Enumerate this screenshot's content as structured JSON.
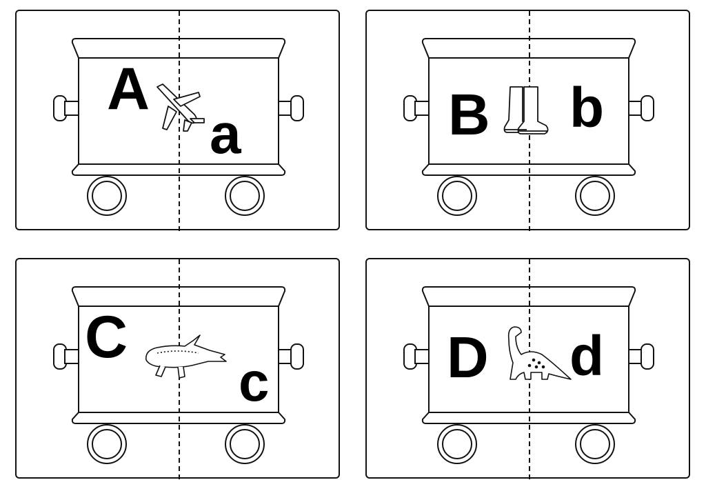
{
  "cards": [
    {
      "upper": "A",
      "lower": "a",
      "picture_icon": "airplane-icon"
    },
    {
      "upper": "B",
      "lower": "b",
      "picture_icon": "boots-icon"
    },
    {
      "upper": "C",
      "lower": "c",
      "picture_icon": "crocodile-icon"
    },
    {
      "upper": "D",
      "lower": "d",
      "picture_icon": "dinosaur-icon"
    }
  ]
}
